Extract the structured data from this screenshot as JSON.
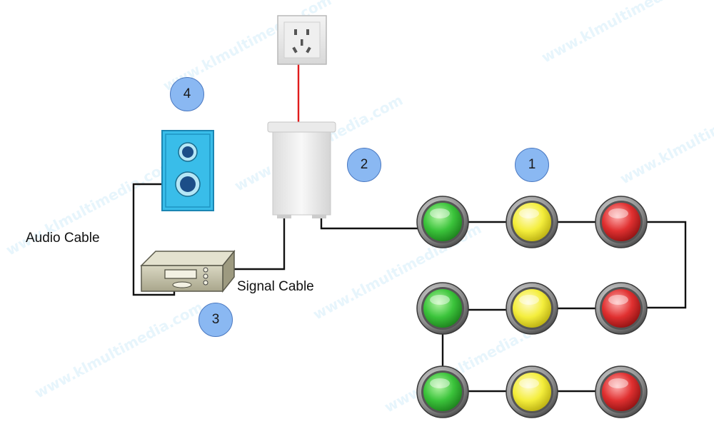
{
  "watermark": "www.klmultimedia.com",
  "labels": {
    "audio_cable": "Audio Cable",
    "signal_cable": "Signal Cable"
  },
  "badges": {
    "buttons": "1",
    "controller": "2",
    "player": "3",
    "speaker": "4"
  },
  "colors": {
    "badge": "#8ab8f2",
    "power_cable": "#e01b1b",
    "cable": "#111111",
    "speaker_body": "#39bde9",
    "button_green": "#3bc43b",
    "button_yellow": "#f4ee3c",
    "button_red": "#e03030"
  },
  "buttons": {
    "rows": [
      [
        "green",
        "yellow",
        "red"
      ],
      [
        "green",
        "yellow",
        "red"
      ],
      [
        "green",
        "yellow",
        "red"
      ]
    ]
  }
}
